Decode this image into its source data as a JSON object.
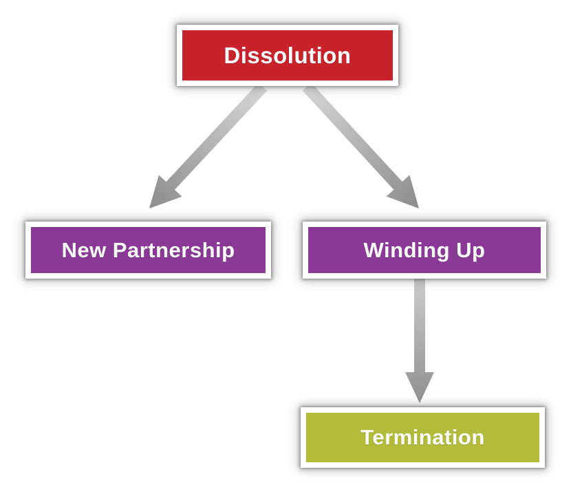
{
  "diagram": {
    "type": "flowchart",
    "nodes": [
      {
        "id": "dissolution",
        "label": "Dissolution",
        "fill": "#C8232B",
        "shape": "framed-rectangle"
      },
      {
        "id": "new-partnership",
        "label": "New Partnership",
        "fill": "#8A3A96",
        "shape": "framed-rectangle"
      },
      {
        "id": "winding-up",
        "label": "Winding Up",
        "fill": "#8A3A96",
        "shape": "framed-rectangle"
      },
      {
        "id": "termination",
        "label": "Termination",
        "fill": "#B1BC3A",
        "shape": "framed-rectangle"
      }
    ],
    "edges": [
      {
        "from": "dissolution",
        "to": "new-partnership",
        "style": "gradient-gray-arrow"
      },
      {
        "from": "dissolution",
        "to": "winding-up",
        "style": "gradient-gray-arrow"
      },
      {
        "from": "winding-up",
        "to": "termination",
        "style": "gradient-gray-arrow"
      }
    ],
    "colors": {
      "label_text": "#FFFFFF",
      "node_frame": "#FFFFFF",
      "arrow_start": "#D4D4D4",
      "arrow_end": "#8C8C8C",
      "background": "#FFFFFF"
    }
  }
}
